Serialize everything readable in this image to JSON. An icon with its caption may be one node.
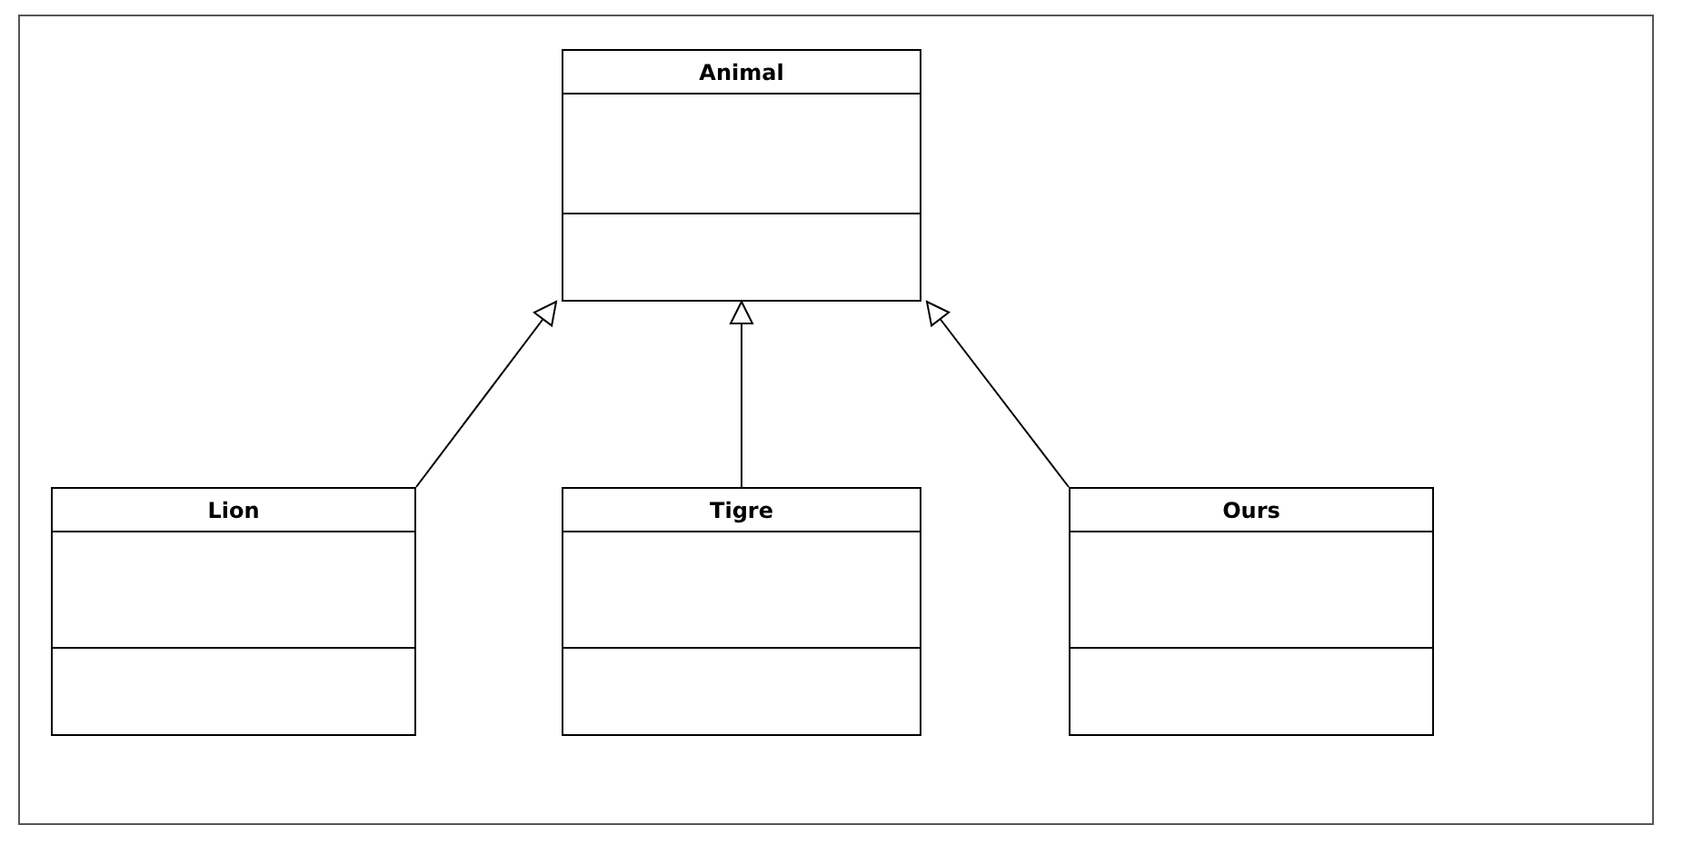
{
  "diagram": {
    "nodes": [
      {
        "text": [
          "Animal"
        ]
      },
      {
        "text": [
          "Lion"
        ]
      },
      {
        "text": [
          "Tigre"
        ]
      },
      {
        "text": [
          "Ours"
        ]
      }
    ],
    "edges": [
      {
        "from": 1,
        "to": 0,
        "arrow": "to"
      },
      {
        "from": 2,
        "to": 0,
        "arrow": "to"
      },
      {
        "from": 3,
        "to": 0,
        "arrow": "to"
      }
    ]
  }
}
